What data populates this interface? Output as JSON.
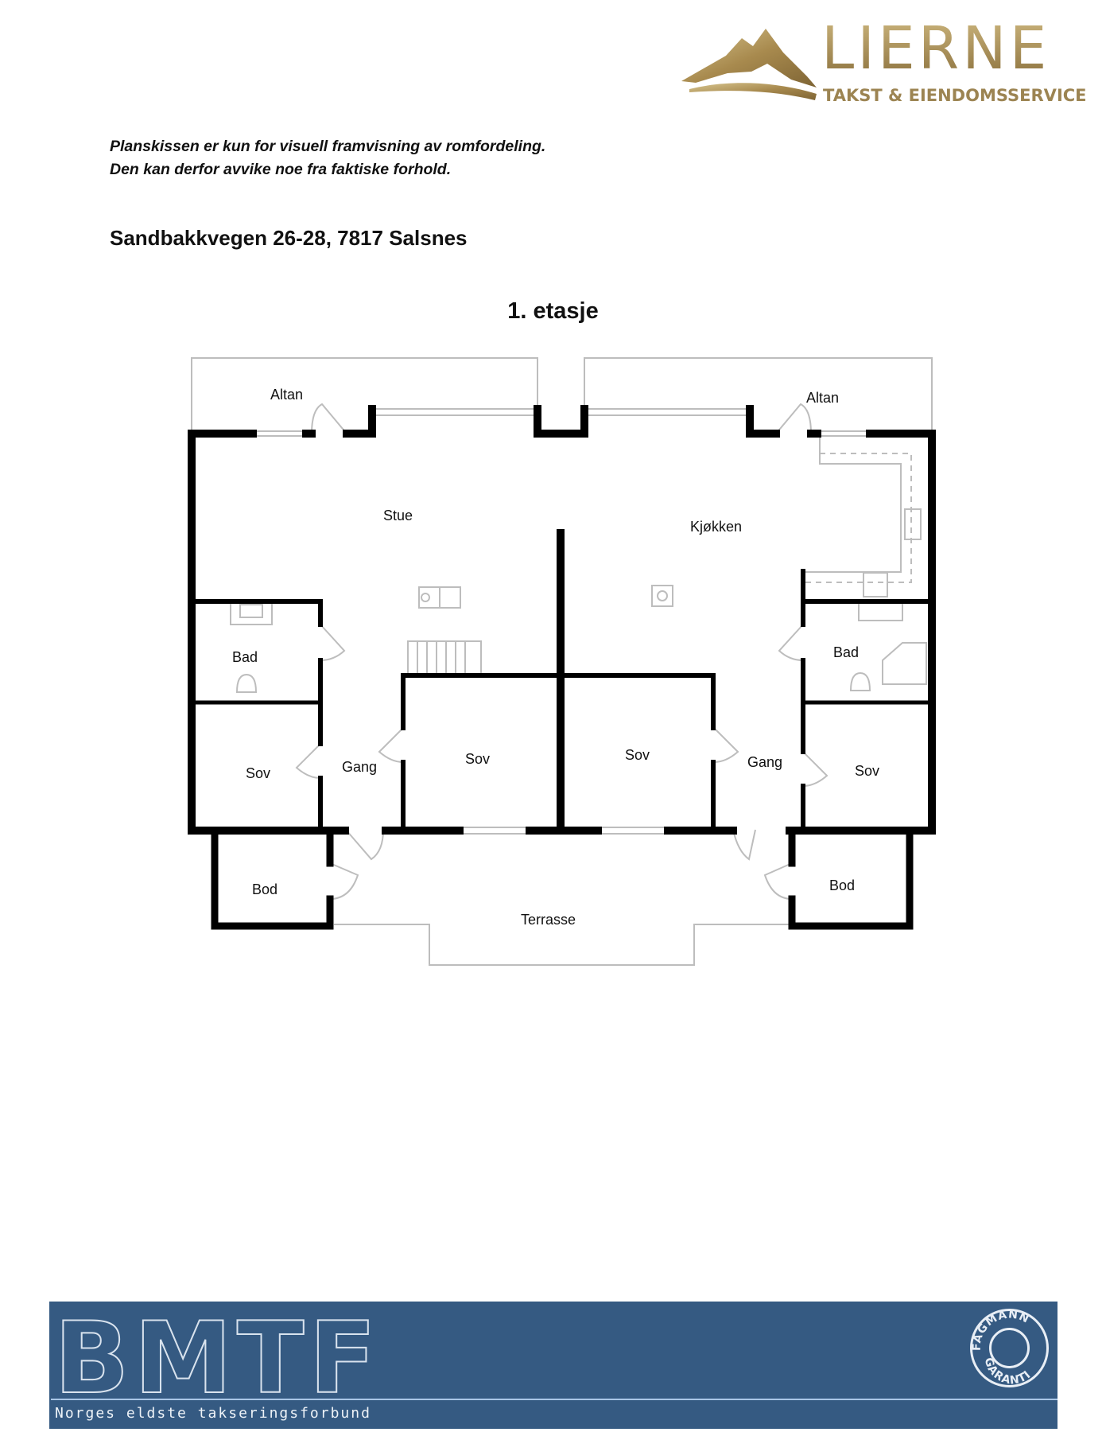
{
  "header": {
    "logo": {
      "title": "LIERNE",
      "subtitle": "TAKST & EIENDOMSSERVICE",
      "icon": "mountain-icon",
      "color": "#a88d55"
    },
    "disclaimer": {
      "line1": "Planskissen er kun for visuell framvisning av romfordeling.",
      "line2": "Den kan derfor avvike noe fra faktiske forhold."
    },
    "address": "Sandbakkvegen 26-28, 7817 Salsnes"
  },
  "floorplan": {
    "title": "1. etasje",
    "rooms": {
      "altan_left": "Altan",
      "altan_right": "Altan",
      "stue": "Stue",
      "kjokken": "Kjøkken",
      "bad_left": "Bad",
      "bad_right": "Bad",
      "sov_left": "Sov",
      "gang_left": "Gang",
      "sov_center_left": "Sov",
      "sov_center_right": "Sov",
      "gang_right": "Gang",
      "sov_right": "Sov",
      "bod_left": "Bod",
      "bod_right": "Bod",
      "terrasse": "Terrasse"
    }
  },
  "footer": {
    "brand": "BMTF",
    "tagline": "Norges eldste takseringsforbund",
    "seal": {
      "top": "FAGMANN",
      "bottom": "GARANTI"
    },
    "background": "#355a82"
  }
}
